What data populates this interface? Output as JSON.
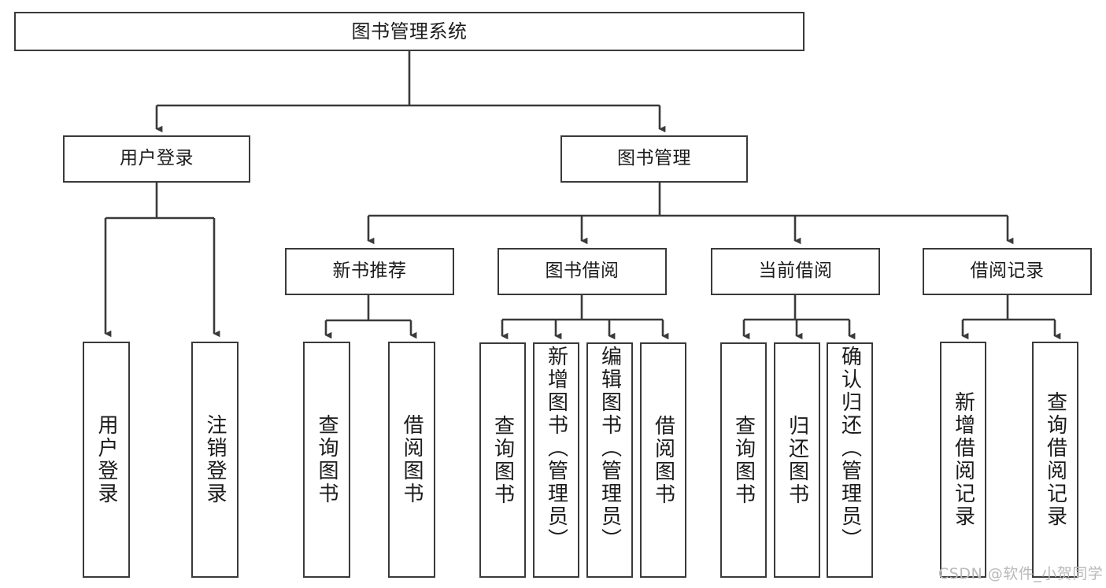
{
  "diagram": {
    "title": "图书管理系统",
    "type": "hierarchy-tree",
    "root": {
      "label": "图书管理系统"
    },
    "level2": [
      {
        "label": "用户登录"
      },
      {
        "label": "图书管理"
      }
    ],
    "level3": [
      {
        "label": "新书推荐"
      },
      {
        "label": "图书借阅"
      },
      {
        "label": "当前借阅"
      },
      {
        "label": "借阅记录"
      }
    ],
    "leaves": {
      "user_login": [
        {
          "label": "用户登录"
        },
        {
          "label": "注销登录"
        }
      ],
      "new_book_recommend": [
        {
          "label": "查询图书"
        },
        {
          "label": "借阅图书"
        }
      ],
      "book_borrow": [
        {
          "label": "查询图书"
        },
        {
          "label": "新增图书（管理员）"
        },
        {
          "label": "编辑图书（管理员）"
        },
        {
          "label": "借阅图书"
        }
      ],
      "current_borrow": [
        {
          "label": "查询图书"
        },
        {
          "label": "归还图书"
        },
        {
          "label": "确认归还（管理员）"
        }
      ],
      "borrow_record": [
        {
          "label": "新增借阅记录"
        },
        {
          "label": "查询借阅记录"
        }
      ]
    }
  },
  "watermark": {
    "text": "CSDN @软件_小贺同学"
  },
  "colors": {
    "stroke": "#3a3a3a",
    "background": "#ffffff",
    "text": "#1b1b1b",
    "watermark": "#b9b9b9"
  }
}
